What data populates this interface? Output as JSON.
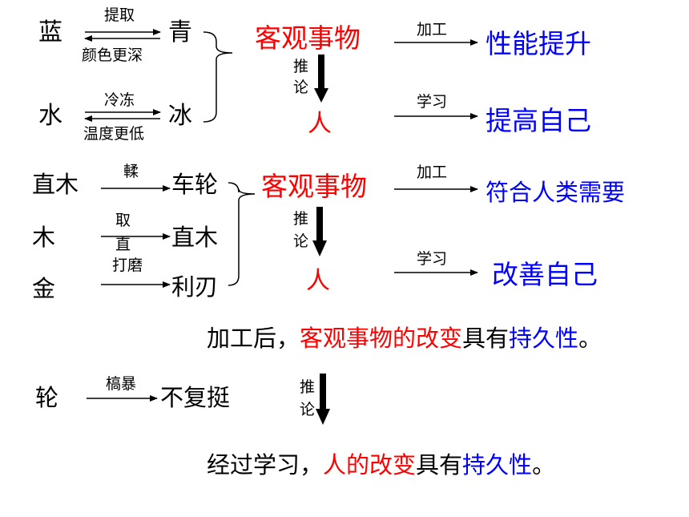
{
  "section1": {
    "row1": {
      "left": "蓝",
      "over": "提取",
      "under": "颜色更深",
      "right": "青"
    },
    "row2": {
      "left": "水",
      "over": "冷冻",
      "under": "温度更低",
      "right": "冰"
    },
    "center": "客观事物",
    "infer_line1": "推",
    "infer_line2": "论",
    "person": "人",
    "proc1": {
      "label": "加工",
      "result": "性能提升"
    },
    "proc2": {
      "label": "学习",
      "result": "提高自己"
    }
  },
  "section2": {
    "row1": {
      "left": "直木",
      "over": "輮",
      "right": "车轮"
    },
    "row2": {
      "left": "木",
      "over_a": "取",
      "over_b": "直",
      "right": "直木"
    },
    "row3": {
      "left": "金",
      "over": "打磨",
      "right": "利刃"
    },
    "center": "客观事物",
    "infer_line1": "推",
    "infer_line2": "论",
    "person": "人",
    "proc1": {
      "label": "加工",
      "result": "符合人类需要"
    },
    "proc2": {
      "label": "学习",
      "result": "改善自己"
    }
  },
  "conclusion1": {
    "p1": "加工后，",
    "p2": "客观事物的改变",
    "p3": "具有",
    "p4": "持久性",
    "p5": "。"
  },
  "section3": {
    "left": "轮",
    "over": "槁暴",
    "right": "不复挺",
    "infer_line1": "推",
    "infer_line2": "论"
  },
  "conclusion2": {
    "p1": "经过学习，",
    "p2": "人的改变",
    "p3": "具有",
    "p4": "持久性",
    "p5": "。"
  },
  "colors": {
    "red": "#ff0000",
    "blue": "#0000ff",
    "black": "#000000"
  }
}
